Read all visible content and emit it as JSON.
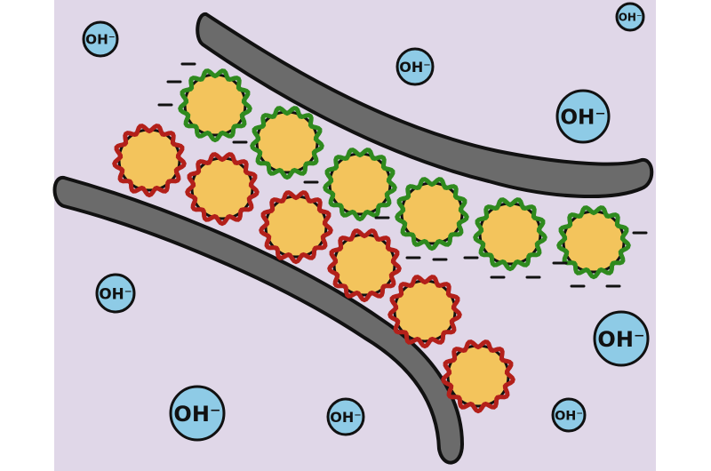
{
  "colors": {
    "background": "#e0d7e8",
    "tube": "#6b6b6b",
    "ion_fill": "#8ecbe6",
    "particle_core": "#f3c45c",
    "green_shell": "#2f8a1e",
    "red_shell": "#b3201a",
    "outline": "#111111"
  },
  "ions": [
    {
      "label": "OH⁻"
    },
    {
      "label": "OH⁻"
    },
    {
      "label": "OH⁻"
    },
    {
      "label": "OH⁻"
    },
    {
      "label": "OH⁻"
    },
    {
      "label": "OH⁻"
    },
    {
      "label": "OH⁻"
    },
    {
      "label": "OH⁻"
    },
    {
      "label": "OH⁻"
    }
  ],
  "particles": {
    "green_count": 6,
    "red_count": 6,
    "green_charge": "negative"
  }
}
